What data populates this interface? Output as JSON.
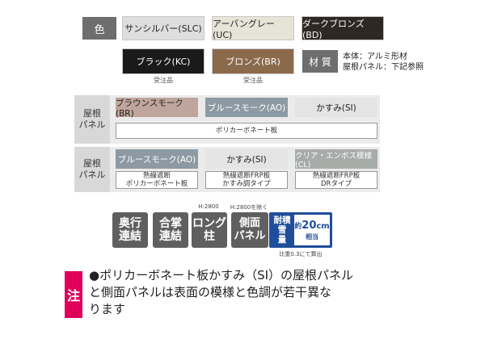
{
  "color_section": {
    "label": "色",
    "swatches": [
      {
        "label": "サンシルバー(SLC)",
        "bg": "#dedede",
        "fg": "#222222"
      },
      {
        "label": "アーバングレー(UC)",
        "bg": "#e6e3d7",
        "fg": "#222222"
      },
      {
        "label": "ダークブロンズ(BD)",
        "bg": "#2e2724",
        "fg": "#ffffff"
      },
      {
        "label": "ブラック(KC)",
        "bg": "#1a1a1a",
        "fg": "#ffffff",
        "note": "受注品"
      },
      {
        "label": "ブロンズ(BR)",
        "bg": "#8a6a4b",
        "fg": "#ffffff",
        "note": "受注品"
      }
    ]
  },
  "material": {
    "label": "材 質",
    "line1": "本体：アルミ形材",
    "line2": "屋根パネル：下記参照"
  },
  "roof_panel_1": {
    "label": "屋根\nパネル",
    "samples": [
      {
        "label": "ブラウンスモーク(BR)",
        "bg": "#bfa59c",
        "fg": "#222222"
      },
      {
        "label": "ブルースモーク(AO)",
        "bg": "#8d9aa3",
        "fg": "#ffffff"
      },
      {
        "label": "かすみ(SI)",
        "bg": "#e4e4e4",
        "fg": "#222222"
      }
    ],
    "material_note": "ポリカーボネート板"
  },
  "roof_panel_2": {
    "label": "屋根\nパネル",
    "samples": [
      {
        "label": "ブルースモーク(AO)",
        "bg": "#8d9aa3",
        "fg": "#ffffff",
        "note": "熱線遮断\nポリカーボネート板"
      },
      {
        "label": "かすみ(SI)",
        "bg": "#e4e4e4",
        "fg": "#222222",
        "note": "熱線遮断FRP板\nかすみ調タイプ"
      },
      {
        "label": "クリア・エンボス模様(CL)",
        "bg": "#a7aca9",
        "fg": "#ffffff",
        "note": "熱線遮断FRP板\nDRタイプ"
      }
    ]
  },
  "features": {
    "items": [
      {
        "label": "奥行\n連結",
        "top_note": ""
      },
      {
        "label": "合掌\n連結",
        "top_note": ""
      },
      {
        "label": "ロング\n柱",
        "top_note": "H:2800"
      },
      {
        "label": "側面\nパネル",
        "top_note": "H:2800を除く"
      }
    ],
    "snow": {
      "left": "耐積雪\n量",
      "approx": "約",
      "value": "20",
      "unit": "cm",
      "sub": "相当",
      "note": "比重0.3にて算出"
    }
  },
  "notice": {
    "badge": "注",
    "text": "●ポリカーボネート板かすみ（SI）の屋根パネル\nと側面パネルは表面の模様と色調が若干異な\nります"
  }
}
